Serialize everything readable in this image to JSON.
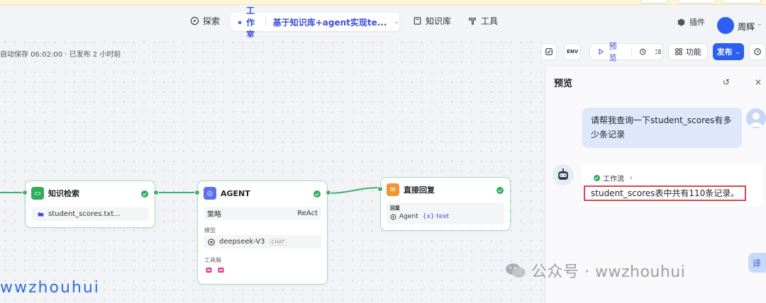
{
  "nav": {
    "explore": "探索",
    "workspace": "工作室",
    "project": "基于知识库+agent实现te...",
    "knowledge": "知识库",
    "tools": "工具",
    "plugins": "插件",
    "username": "周辉"
  },
  "toolbar": {
    "autosave": "自动保存 06:02:00 · 已发布 2 小时前",
    "env": "ENV",
    "preview": "预览",
    "features": "功能",
    "publish": "发布"
  },
  "nodes": {
    "knowledge": {
      "title": "知识检索",
      "file": "student_scores.txt..."
    },
    "agent": {
      "title": "AGENT",
      "strategy_label": "策略",
      "strategy_value": "ReAct",
      "model_label": "模型",
      "model_value": "deepseek-V3",
      "model_tag": "CHAT",
      "toolbox_label": "工具箱"
    },
    "reply": {
      "title": "直接回复",
      "reply_label": "回复",
      "agent_ref": "Agent",
      "var_ref": "{x} text"
    }
  },
  "preview_panel": {
    "title": "预览",
    "user_message": "请帮我查询一下student_scores有多少条记录",
    "workflow_tag": "工作流",
    "bot_answer": "student_scores表中共有110条记录。"
  },
  "watermark": {
    "text": "公众号 · wwzhouhui",
    "left_text": "wwzhouhui",
    "translate": "译"
  },
  "colors": {
    "accent": "#2d5ff0",
    "edge": "#3fb06b",
    "highlight_border": "#e0444c"
  }
}
